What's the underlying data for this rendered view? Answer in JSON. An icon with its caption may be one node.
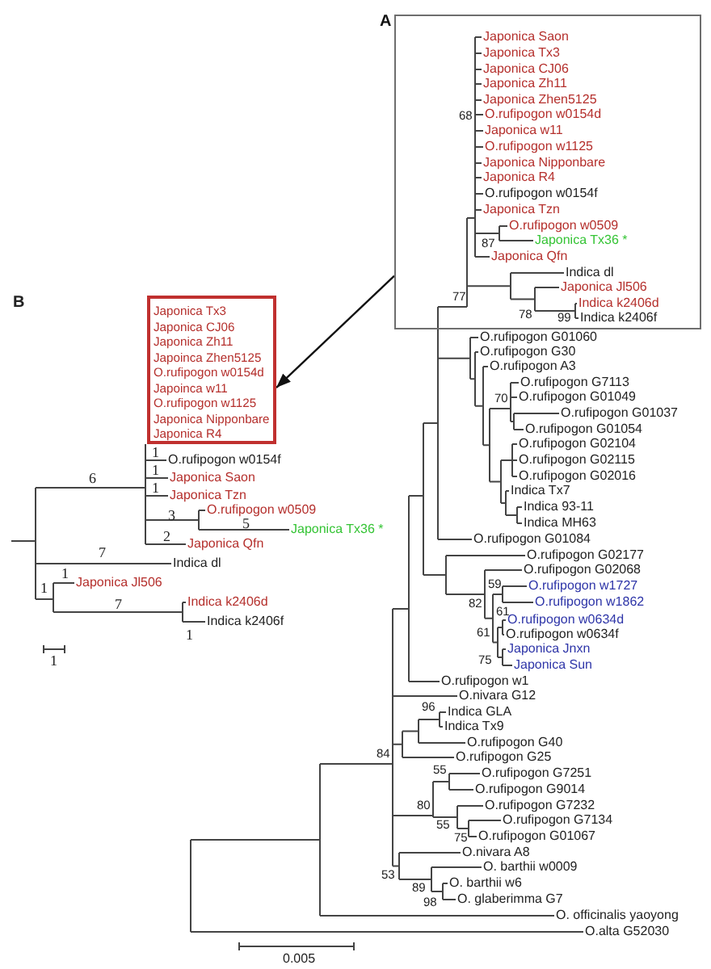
{
  "diagram": {
    "nodes": [
      {
        "text": [
          "A"
        ]
      },
      {
        "text": [
          "Japonica Tx3",
          "Japonica CJ06",
          "Japonica Zh11",
          "Japoinca Zhen5125",
          "O.rufipogon w0154d",
          "Japoinca w11",
          "O.rufipogon w1125",
          "Japonica Nipponbare",
          "Japonica R4"
        ]
      }
    ],
    "edges": [
      {
        "from": 0,
        "to": 1,
        "arrow": "to"
      }
    ],
    "labels": [
      "Japonica Saon",
      "Japonica Tx3",
      "Japonica CJ06",
      "Japonica Zh11",
      "Japonica Zhen5125",
      "68",
      "O.rufipogon w0154d",
      "Japonica w11",
      "O.rufipogon w1125",
      "Japonica Nipponbare",
      "Japonica R4",
      "O.rufipogon w0154f",
      "Japonica Tzn",
      "O.rufipogon w0509",
      "87",
      "Japonica Tx36 *",
      "Japonica Qfn",
      "Indica dl",
      "Japonica Jl506",
      "77",
      "Indica k2406d",
      "78",
      "99",
      "Indica k2406f",
      "O.rufipogon G01060",
      "O.rufipogon G30",
      "O.rufipogon A3",
      "O.rufipogon G7113",
      "70",
      "O.rufipogon G01049",
      "O.rufipogon G01037",
      "O.rufipogon G01054",
      "O.rufipogon G02104",
      "O.rufipogon G02115",
      "O.rufipogon G02016",
      "Indica Tx7",
      "Indica 93-11",
      "Indica MH63",
      "O.rufipogon G01084",
      "O.rufipogon G02177",
      "O.rufipogon G02068",
      "59",
      "O.rufipogon w1727",
      "82",
      "O.rufipogon w1862",
      "61",
      "O.rufipogon w0634d",
      "61",
      "O.rufipogon w0634f",
      "Japonica Jnxn",
      "75",
      "Japonica Sun",
      "O.rufipogon w1",
      "O.nivara G12",
      "96",
      "Indica GLA",
      "Indica Tx9",
      "O.rufipogon G40",
      "84",
      "O.rufipogon G25",
      "55",
      "O.rufipogon G7251",
      "O.rufipogon G9014",
      "80",
      "O.rufipogon G7232",
      "O.rufipogon G7134",
      "55",
      "75",
      "O.rufipogon G01067",
      "O.nivara A8",
      "O. barthii w0009",
      "53",
      "O. barthii w6",
      "89",
      "O. glaberimma G7",
      "98",
      "O. officinalis yaoyong",
      "O.alta G52030",
      "0.005",
      "B",
      "1",
      "O.rufipogon w0154f",
      "6",
      "1",
      "Japonica Saon",
      "1",
      "Japonica Tzn",
      "O.rufipogon w0509",
      "3",
      "5",
      "Japonica Tx36 *",
      "2",
      "Japonica Qfn",
      "7",
      "Indica dl",
      "1",
      "Japonica Jl506",
      "1",
      "Indica k2406d",
      "7",
      "Indica k2406f",
      "1",
      "1"
    ]
  }
}
